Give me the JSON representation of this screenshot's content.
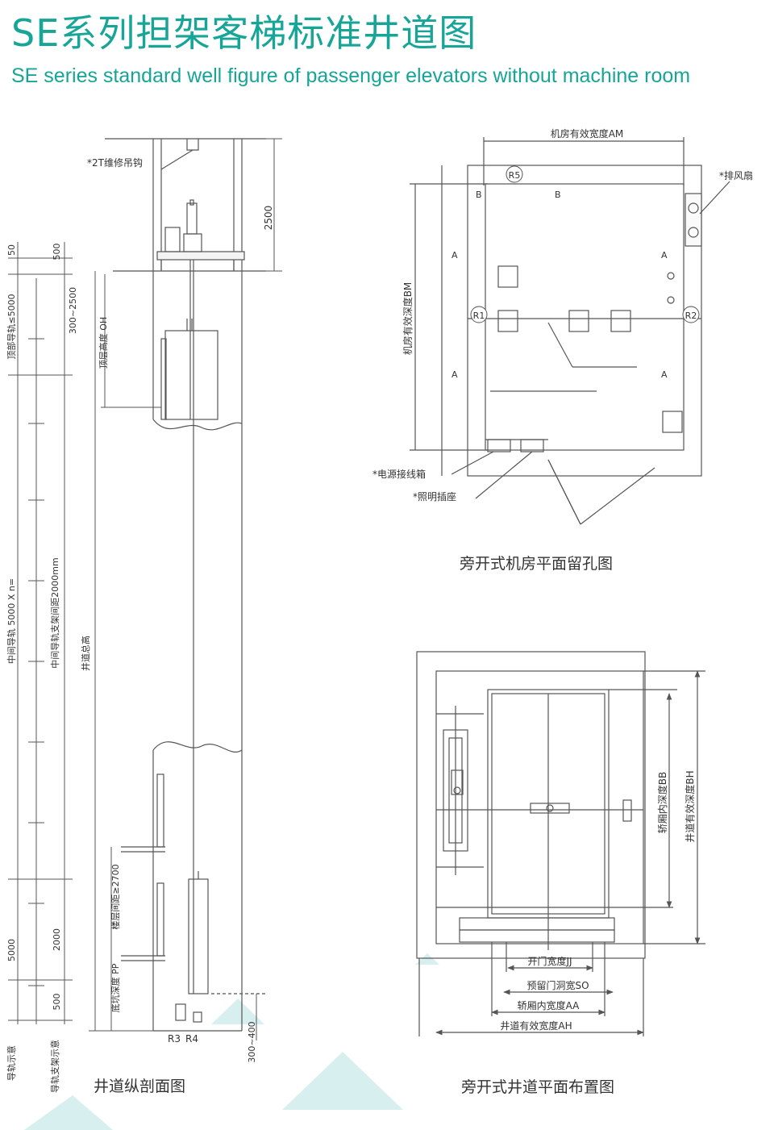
{
  "header": {
    "title_cn": "SE系列担架客梯标准井道图",
    "title_en": "SE series standard well figure of passenger elevators without machine room"
  },
  "colors": {
    "accent": "#16a597",
    "line": "#555555",
    "triangle": "#d7efee"
  },
  "section": {
    "caption": "井道纵剖面图",
    "hook_label": "*2T维修吊钩",
    "dim_top": "2500",
    "dim_50": "50",
    "dim_500_top": "500",
    "top_rail": "顶部导轨≤5000",
    "bracket_300": "300~2500",
    "oh": "顶层高度 OH",
    "mid_rail": "中间导轨 5000 X n=",
    "mid_bracket": "中间导轨支架间距2000mm",
    "total_height": "井道总高",
    "floor_spacing": "楼层间距≥2700",
    "pit_depth": "底坑深度 PP",
    "dim_5000": "5000",
    "dim_2000": "2000",
    "dim_500_bot": "500",
    "dim_300_400": "300~400",
    "r3": "R3",
    "r4": "R4",
    "rail_schematic": "导轨示意",
    "bracket_schematic": "导轨支架示意"
  },
  "machine_room": {
    "caption": "旁开式机房平面留孔图",
    "am": "机房有效宽度AM",
    "bm": "机房有效深度BM",
    "fan": "*排风扇",
    "r5": "R5",
    "r1": "R1",
    "r2": "R2",
    "label_a": "A",
    "label_b": "B",
    "power_box": "*电源接线箱",
    "lighting_socket": "*照明插座"
  },
  "hoistway": {
    "caption": "旁开式井道平面布置图",
    "jj": "开门宽度JJ",
    "so": "预留门洞宽SO",
    "aa": "轿厢内宽度AA",
    "ah": "井道有效宽度AH",
    "bb": "轿厢内深度BB",
    "bh": "井道有效深度BH"
  }
}
